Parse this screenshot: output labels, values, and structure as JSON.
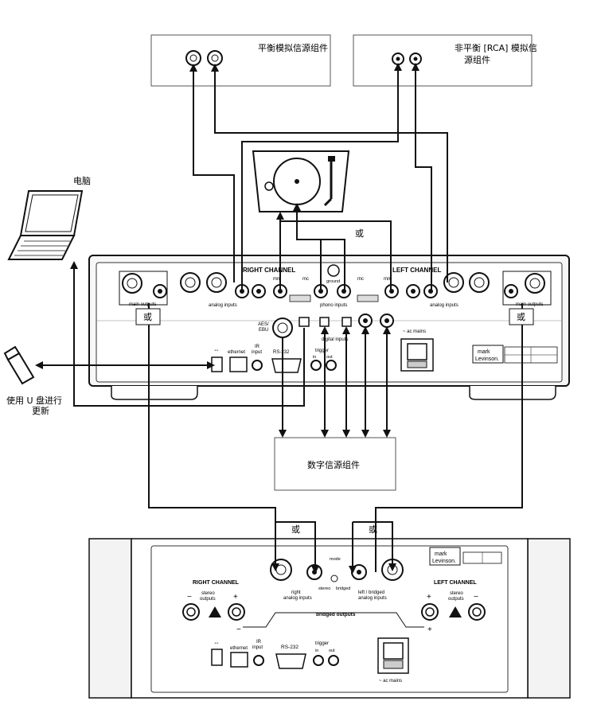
{
  "sources": {
    "balanced_analog": "平衡模拟信源组件",
    "unbalanced_line1": "非平衡 [RCA] 模拟信",
    "unbalanced_line2": "源组件",
    "digital": "数字信源组件",
    "computer": "电脑",
    "usb_line1": "使用 U 盘进行",
    "usb_line2": "更新"
  },
  "or_label": "或",
  "preamp": {
    "right_channel": "RIGHT CHANNEL",
    "left_channel": "LEFT CHANNEL",
    "analog_inputs": "analog inputs",
    "phono_inputs": "phono inputs",
    "ground": "ground",
    "mm": "mm",
    "mc": "mc",
    "main_outputs": "main outputs",
    "digital_inputs": "digital inputs",
    "aes_ebu_1": "AES/",
    "aes_ebu_2": "EBU",
    "ethernet": "ethernet",
    "ir_input_1": "IR",
    "ir_input_2": "input",
    "rs232": "RS-232",
    "trigger": "trigger",
    "trigger_in": "in",
    "trigger_out": "out",
    "ac_mains": "~ ac mains",
    "brand_1": "mark",
    "brand_2": "Levinson."
  },
  "amp": {
    "right_channel": "RIGHT CHANNEL",
    "left_channel": "LEFT CHANNEL",
    "stereo_outputs_1": "stereo",
    "stereo_outputs_2": "outputs",
    "right_analog_1": "right",
    "right_analog_2": "analog inputs",
    "left_bridged_1": "left / bridged",
    "left_bridged_2": "analog inputs",
    "mode": "mode",
    "stereo": "stereo",
    "bridged": "bridged",
    "bridged_outputs": "bridged outputs",
    "minus": "−",
    "plus": "+",
    "ethernet": "ethernet",
    "ir_input_1": "IR",
    "ir_input_2": "input",
    "rs232": "RS-232",
    "trigger": "trigger",
    "trigger_in": "in",
    "trigger_out": "out",
    "ac_mains": "~ ac mains",
    "brand_1": "mark",
    "brand_2": "Levinson."
  },
  "colors": {
    "ink": "#111111",
    "panel": "#f4f4f4",
    "chassis": "#e2e2e2"
  }
}
